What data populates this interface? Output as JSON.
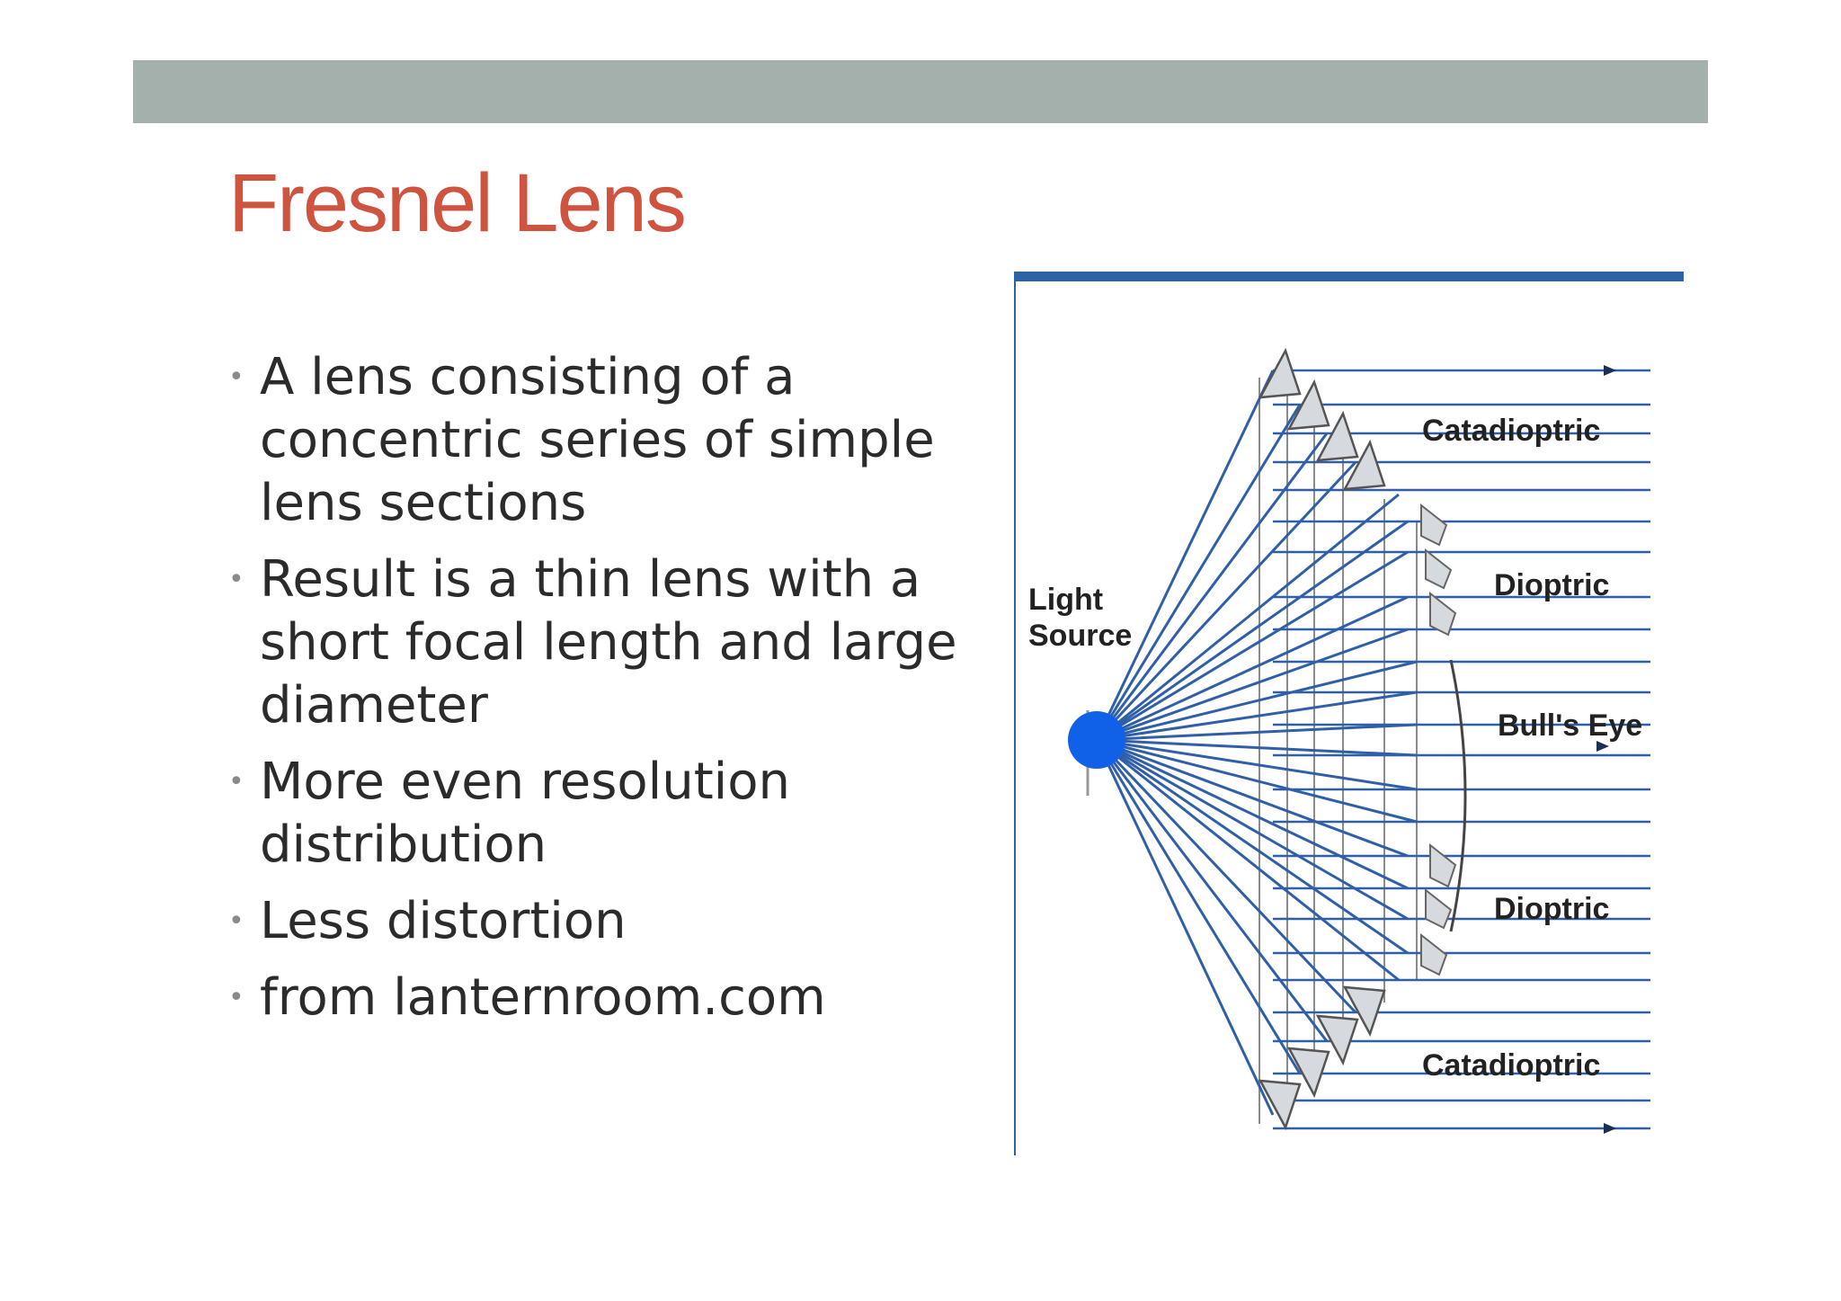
{
  "slide": {
    "title": "Fresnel Lens",
    "bullets": [
      "A lens consisting of a concentric series of simple lens sections",
      "Result is a thin lens with a short focal length and large diameter",
      "More even resolution distribution",
      "Less distortion",
      "from lanternroom.com"
    ]
  },
  "diagram": {
    "labels": {
      "light_source_line1": "Light",
      "light_source_line2": "Source",
      "catadioptric_top": "Catadioptric",
      "dioptric_top": "Dioptric",
      "bulls_eye": "Bull's Eye",
      "dioptric_bottom": "Dioptric",
      "catadioptric_bottom": "Catadioptric"
    }
  },
  "colors": {
    "title": "#cf5440",
    "top_bar": "#a3b0ab",
    "rays": "#2f5fa8",
    "light_source": "#1060e8",
    "diagram_frame": "#2d63a6",
    "prism_fill": "#d6d9dd"
  }
}
